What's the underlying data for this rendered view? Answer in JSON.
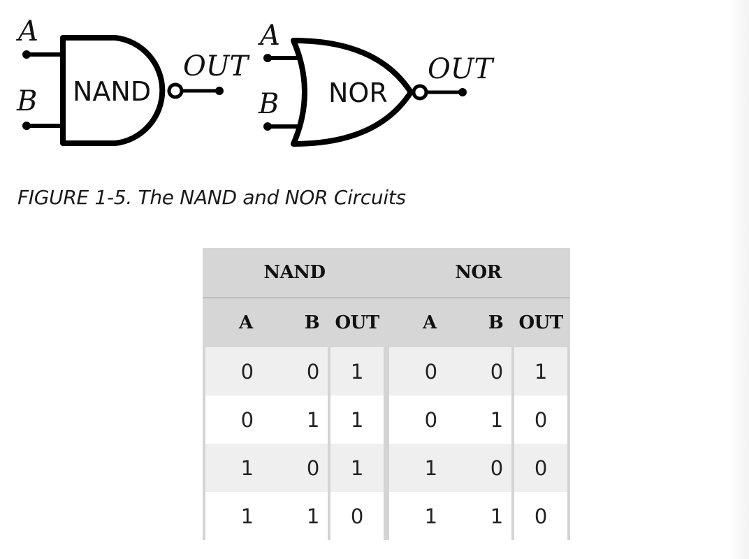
{
  "diagram": {
    "nand": {
      "input_a": "A",
      "input_b": "B",
      "gate_label": "NAND",
      "output": "OUT"
    },
    "nor": {
      "input_a": "A",
      "input_b": "B",
      "gate_label": "NOR",
      "output": "OUT"
    }
  },
  "caption": "FIGURE 1-5. The NAND and NOR Circuits",
  "table": {
    "groups": [
      "NAND",
      "NOR"
    ],
    "columns": [
      "A",
      "B",
      "OUT",
      "A",
      "B",
      "OUT"
    ],
    "rows": [
      [
        "0",
        "0",
        "1",
        "0",
        "0",
        "1"
      ],
      [
        "0",
        "1",
        "1",
        "0",
        "1",
        "0"
      ],
      [
        "1",
        "0",
        "1",
        "1",
        "0",
        "0"
      ],
      [
        "1",
        "1",
        "0",
        "1",
        "1",
        "0"
      ]
    ]
  }
}
